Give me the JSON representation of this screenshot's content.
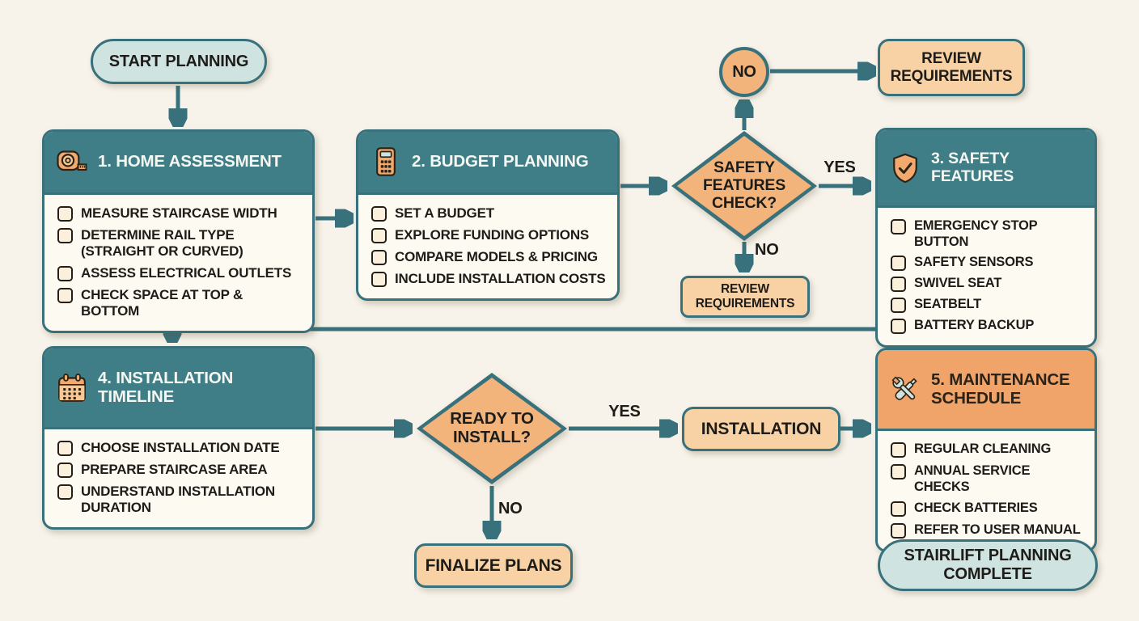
{
  "palette": {
    "background": "#f7f3ea",
    "connector_teal": "#38717c",
    "header_teal": "#407e87",
    "terminal_fill": "#cfe3e0",
    "card_body_fill": "#fdfaf2",
    "decision_orange": "#f3b47b",
    "action_orange": "#f8d2a4",
    "maintenance_header_orange": "#f0a469",
    "checkbox_fill": "#fbf0dc",
    "text_dark": "#1e1c19",
    "text_light": "#f4f7f2"
  },
  "nodes": {
    "start": {
      "label": "START PLANNING"
    },
    "home_assessment": {
      "title": "1. HOME ASSESSMENT",
      "icon": "tape-measure-icon",
      "items": [
        "MEASURE STAIRCASE WIDTH",
        "DETERMINE RAIL TYPE\n(STRAIGHT OR CURVED)",
        "ASSESS ELECTRICAL OUTLETS",
        "CHECK SPACE AT TOP & BOTTOM"
      ]
    },
    "budget_planning": {
      "title": "2. BUDGET PLANNING",
      "icon": "calculator-icon",
      "items": [
        "SET A BUDGET",
        "EXPLORE FUNDING OPTIONS",
        "COMPARE MODELS & PRICING",
        "INCLUDE INSTALLATION COSTS"
      ]
    },
    "safety_check": {
      "label": "SAFETY\nFEATURES\nCHECK?"
    },
    "no_loop_circle": {
      "label": "NO"
    },
    "review_requirements_top": {
      "label": "REVIEW\nREQUIREMENTS"
    },
    "safety_features": {
      "title": "3. SAFETY FEATURES",
      "icon": "shield-check-icon",
      "items": [
        "EMERGENCY STOP BUTTON",
        "SAFETY SENSORS",
        "SWIVEL SEAT",
        "SEATBELT",
        "BATTERY BACKUP"
      ]
    },
    "review_requirements_bottom": {
      "label": "REVIEW\nREQUIREMENTS"
    },
    "installation_timeline": {
      "title": "4. INSTALLATION\nTIMELINE",
      "icon": "calendar-icon",
      "items": [
        "CHOOSE INSTALLATION DATE",
        "PREPARE STAIRCASE AREA",
        "UNDERSTAND INSTALLATION\nDURATION"
      ]
    },
    "ready_check": {
      "label": "READY TO\nINSTALL?"
    },
    "installation": {
      "label": "INSTALLATION"
    },
    "maintenance_schedule": {
      "title": "5. MAINTENANCE\nSCHEDULE",
      "icon": "tools-icon",
      "items": [
        "REGULAR CLEANING",
        "ANNUAL SERVICE CHECKS",
        "CHECK BATTERIES",
        "REFER TO USER MANUAL"
      ]
    },
    "finalize_plans": {
      "label": "FINALIZE PLANS"
    },
    "complete": {
      "label": "STAIRLIFT PLANNING\nCOMPLETE"
    }
  },
  "edge_labels": {
    "safety_yes": "YES",
    "safety_no": "NO",
    "ready_yes": "YES",
    "ready_no": "NO"
  }
}
